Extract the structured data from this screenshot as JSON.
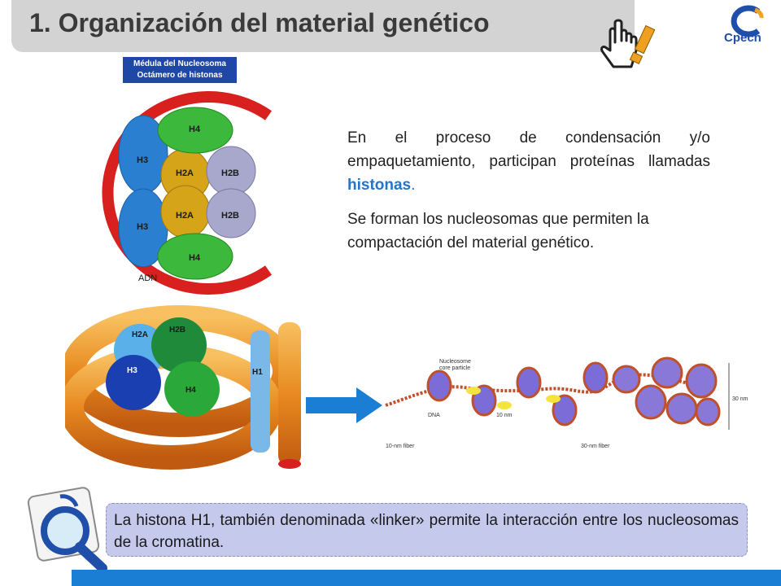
{
  "header": {
    "title": "1. Organización del material genético",
    "logo_text": "Cpech"
  },
  "nucleosome_diagram": {
    "label_line1": "Médula del Nucleosoma",
    "label_line2": "Octámero de histonas",
    "histones": [
      "H4",
      "H3",
      "H2A",
      "H2B",
      "H3",
      "H2A",
      "H2B",
      "H4"
    ],
    "dna_label": "ADN"
  },
  "paragraphs": {
    "p1_before": "En el proceso de condensación y/o empaquetamiento, participan proteínas llamadas ",
    "p1_highlight": "histonas",
    "p1_after": ".",
    "p2": "Se forman los nucleosomas que permiten la compactación del material genético."
  },
  "model_3d": {
    "labels": [
      "H2A",
      "H2B",
      "H3",
      "H4",
      "H1"
    ]
  },
  "fiber_diagram": {
    "nucleosome_label_1": "Nucleosome",
    "nucleosome_label_2": "core particle",
    "dna_label": "DNA",
    "nm10_label": "10 nm",
    "fiber10_label": "10-nm fiber",
    "fiber30_label": "30-nm fiber",
    "nm30_label": "30 nm"
  },
  "info_box": {
    "text": "La histona H1, también denominada «linker» permite la interacción entre los nucleosomas de la cromatina."
  },
  "colors": {
    "title_bar": "#d3d3d3",
    "accent_blue": "#1a7fd4",
    "highlight": "#2474c8",
    "info_box": "#c5c9eb"
  }
}
